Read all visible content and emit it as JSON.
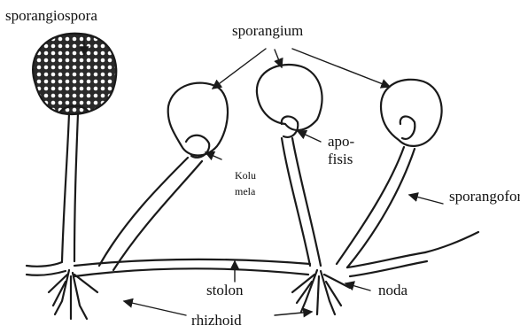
{
  "labels": {
    "sporangiospora": "sporangiospora",
    "sporangium": "sporangium",
    "apofisis_1": "apo-",
    "apofisis_2": "fisis",
    "kolumela_1": "Kolu",
    "kolumela_2": "mela",
    "sporangofor": "sporangofor",
    "stolon": "stolon",
    "noda": "noda",
    "rhizhoid": "rhizhoid"
  }
}
